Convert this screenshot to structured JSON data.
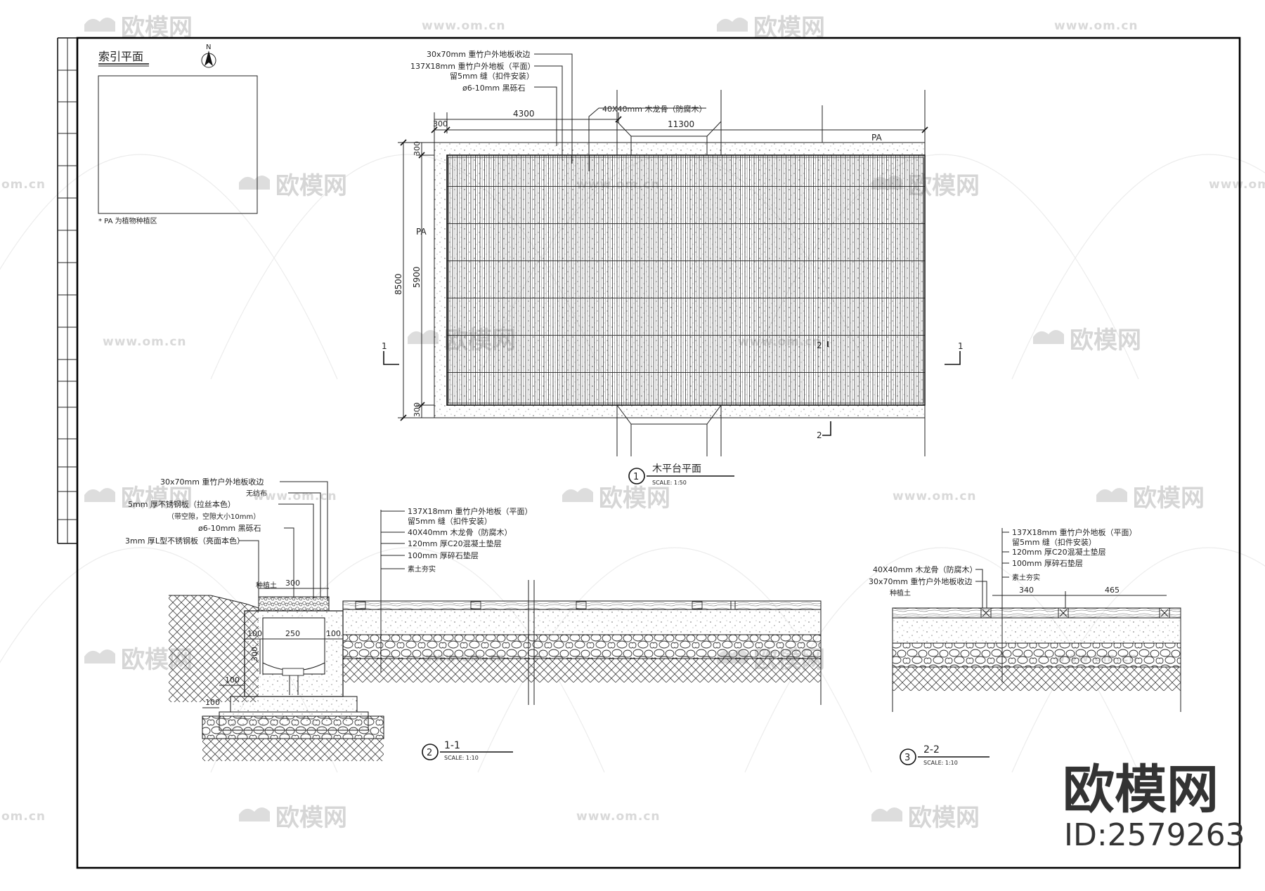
{
  "drawing": {
    "index_plan": {
      "title": "索引平面",
      "north": "N",
      "note": "* PA 为植物种植区"
    },
    "plan": {
      "label_lines": [
        "30x70mm 重竹户外地板收边",
        "137X18mm 重竹户外地板（平面）",
        "留5mm 缝（扣件安装）",
        "ø6-10mm 黑砾石"
      ],
      "joist_label": "40X40mm 木龙骨（防腐木）",
      "dims": {
        "d300_top": "300",
        "d4300": "4300",
        "d11300": "11300",
        "d300_left": "300",
        "d8500": "8500",
        "d5900": "5900",
        "d300_bottom": "300"
      },
      "pa_top": "PA",
      "pa_left": "PA",
      "sec1_left": "1",
      "sec1_right": "1",
      "sec2_top": "2",
      "sec2_bottom": "2",
      "title_num": "1",
      "title": "木平台平面",
      "scale": "SCALE:  1:50"
    },
    "section_1": {
      "labels_left": [
        "30x70mm 重竹户外地板收边",
        "无纺布",
        "5mm 厚不锈钢板（拉丝本色）",
        "（带空隙，空隙大小10mm）",
        "ø6-10mm 黑砾石",
        "3mm 厚L型不锈钢板（亮面本色）"
      ],
      "labels_right": [
        "137X18mm 重竹户外地板（平面）",
        "留5mm 缝（扣件安装）",
        "40X40mm 木龙骨（防腐木）",
        "120mm 厚C20混凝土垫层",
        "100mm 厚碎石垫层",
        "素土夯实"
      ],
      "soil_label": "种植土",
      "dims": {
        "w300": "300",
        "w250": "250",
        "w100a": "100",
        "w100b": "100",
        "h300": "300",
        "w100c": "100",
        "w100d": "100"
      },
      "title_num": "2",
      "title": "1-1",
      "scale": "SCALE:  1:10"
    },
    "section_2": {
      "labels_right": [
        "137X18mm 重竹户外地板（平面）",
        "留5mm 缝（扣件安装）",
        "120mm 厚C20混凝土垫层",
        "100mm 厚碎石垫层",
        "素土夯实"
      ],
      "labels_left": [
        "40X40mm 木龙骨（防腐木）",
        "30x70mm 重竹户外地板收边",
        "种植土"
      ],
      "dims": {
        "d340": "340",
        "d465": "465"
      },
      "title_num": "3",
      "title": "2-2",
      "scale": "SCALE:  1:10"
    }
  },
  "watermark": {
    "brand_text": "欧模网",
    "url_text": "www.om.cn",
    "url_partial": "om.cn",
    "large_brand": "欧模网",
    "id_text": "ID:2579263"
  }
}
